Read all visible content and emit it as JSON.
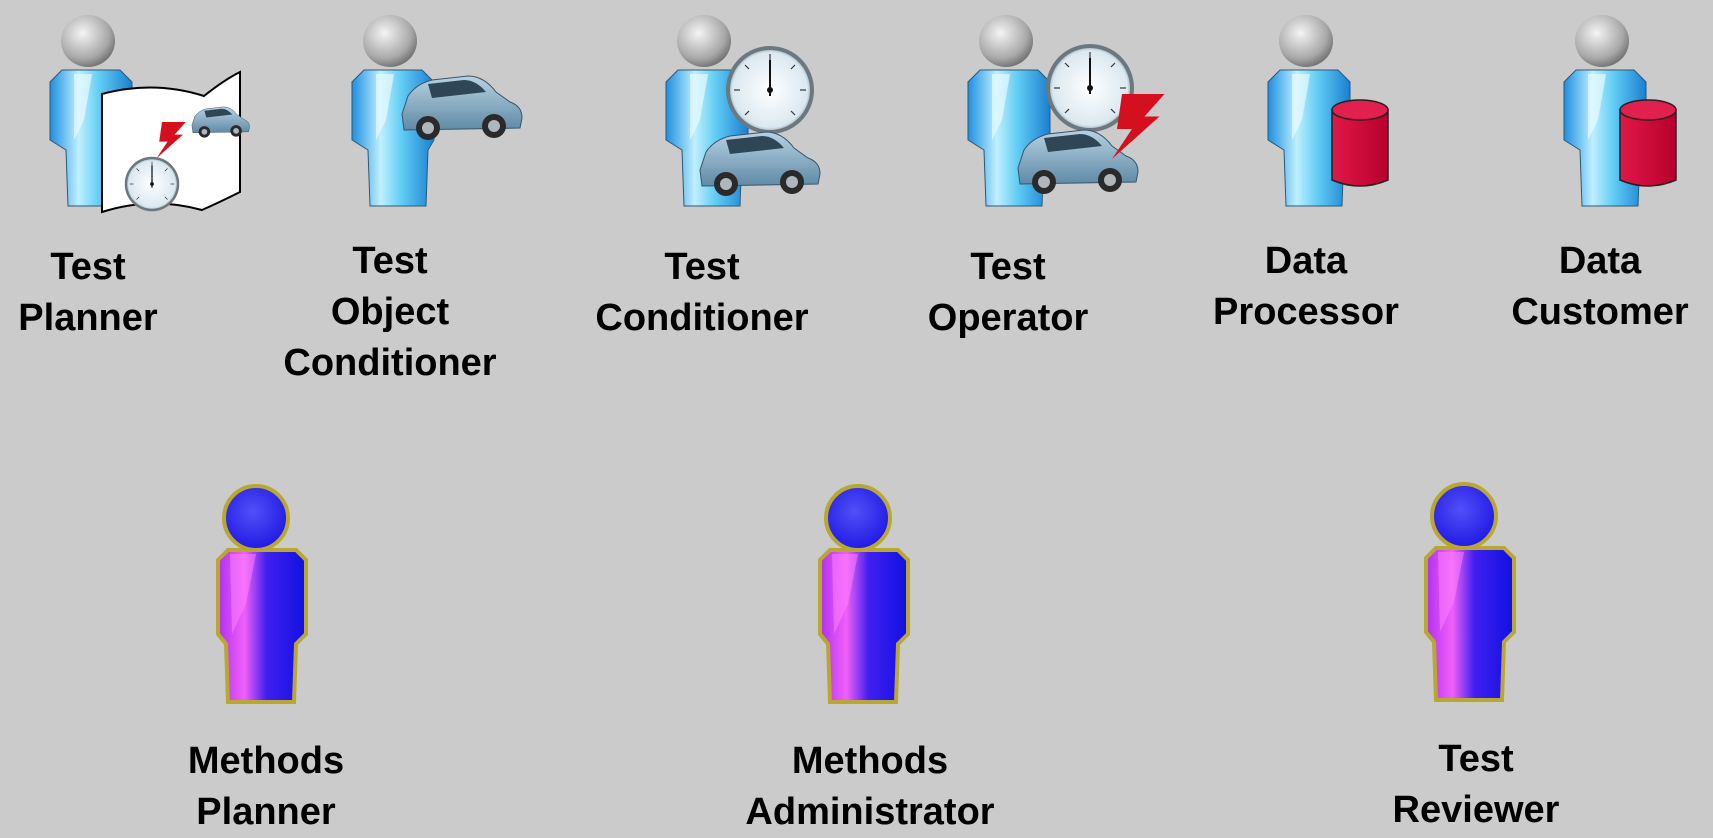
{
  "roles_top": [
    {
      "id": "test-planner",
      "label": [
        "Test",
        "Planner"
      ],
      "icon": "person-map-icon"
    },
    {
      "id": "test-object-conditioner",
      "label": [
        "Test",
        "Object",
        "Conditioner"
      ],
      "icon": "person-car-icon"
    },
    {
      "id": "test-conditioner",
      "label": [
        "Test",
        "Conditioner"
      ],
      "icon": "person-gauge-car-icon"
    },
    {
      "id": "test-operator",
      "label": [
        "Test",
        "Operator"
      ],
      "icon": "person-gauge-car-lightning-icon"
    },
    {
      "id": "data-processor",
      "label": [
        "Data",
        "Processor"
      ],
      "icon": "person-database-icon"
    },
    {
      "id": "data-customer",
      "label": [
        "Data",
        "Customer"
      ],
      "icon": "person-database-icon"
    }
  ],
  "roles_bottom": [
    {
      "id": "methods-planner",
      "label": [
        "Methods",
        "Planner"
      ],
      "icon": "purple-person-icon"
    },
    {
      "id": "methods-administrator",
      "label": [
        "Methods",
        "Administrator"
      ],
      "icon": "purple-person-icon"
    },
    {
      "id": "test-reviewer",
      "label": [
        "Test",
        "Reviewer"
      ],
      "icon": "purple-person-icon"
    }
  ],
  "colors": {
    "background": "#cbcbcb",
    "person_blue": "#5ac8f0",
    "person_purple": "#3a1cf0",
    "database_red": "#d0103a",
    "lightning_red": "#d4101e",
    "car_blue": "#8fb4cc"
  }
}
